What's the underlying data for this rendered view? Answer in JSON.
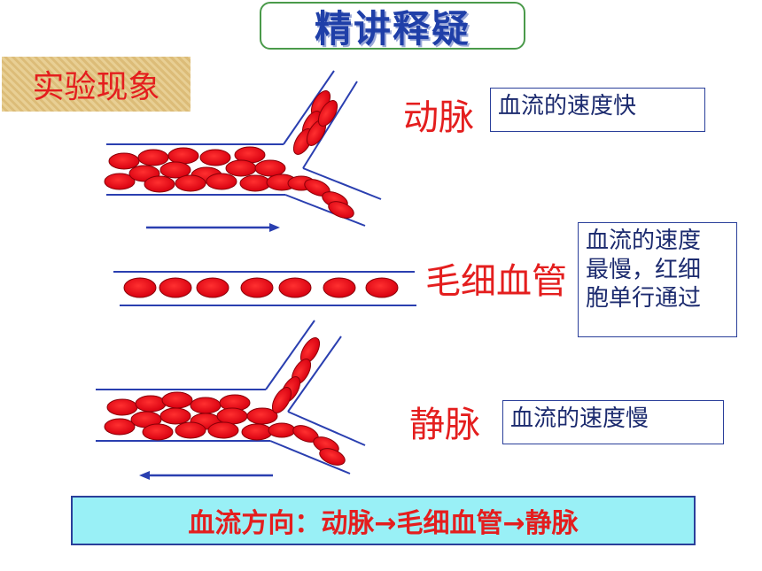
{
  "title": "精讲释疑",
  "phenomenon_label": "实验现象",
  "artery": {
    "label": "动脉",
    "description": "血流的速度快"
  },
  "capillary": {
    "label": "毛细血管",
    "description_lines": [
      "血流的速度",
      "最慢，红细",
      "胞单行通过"
    ]
  },
  "vein": {
    "label": "静脉",
    "description": "血流的速度慢"
  },
  "flow_direction": "血流方向：动脉→毛细血管→静脉",
  "colors": {
    "blood_cell": "#e8101a",
    "vessel_line": "#2a3fb0",
    "label_red": "#e41e1e",
    "flow_box_bg": "#99f0f6"
  }
}
